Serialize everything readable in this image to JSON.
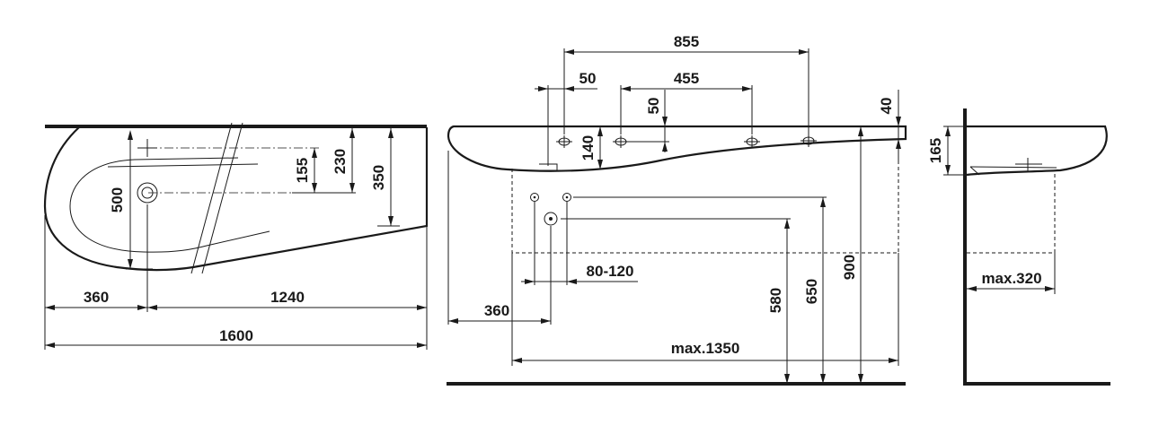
{
  "drawing": {
    "top_view": {
      "overall_width": "1600",
      "left_offset": "360",
      "right_length": "1240",
      "depth": "500",
      "tap_offset_1": "155",
      "tap_offset_2": "230",
      "back_depth": "350"
    },
    "front_view": {
      "hole_span": "855",
      "hole_offset": "50",
      "hole_pitch": "455",
      "hole_height": "50",
      "basin_height": "140",
      "rim_thickness": "40",
      "supply_spacing": "80-120",
      "wall_offset": "360",
      "drain_height": "580",
      "supply_height": "650",
      "rim_height": "900",
      "max_width": "max.1350"
    },
    "side_view": {
      "height": "165",
      "max_depth": "max.320"
    }
  }
}
